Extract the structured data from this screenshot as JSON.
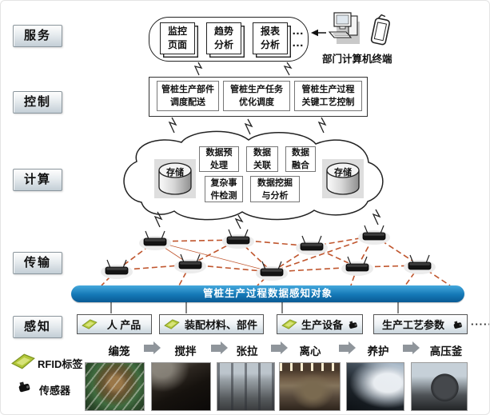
{
  "layers": [
    {
      "label": "服务"
    },
    {
      "label": "控制"
    },
    {
      "label": "计算"
    },
    {
      "label": "传输"
    },
    {
      "label": "感知"
    }
  ],
  "service": {
    "apps": [
      {
        "line1": "监控",
        "line2": "页面"
      },
      {
        "line1": "趋势",
        "line2": "分析"
      },
      {
        "line1": "报表",
        "line2": "分析"
      }
    ],
    "more_dots_row1": "…",
    "more_dots_row2": "…",
    "terminal_label": "部门计算机终端"
  },
  "control": {
    "functions": [
      {
        "line1": "管桩生产部件",
        "line2": "调度配送"
      },
      {
        "line1": "管桩生产任务",
        "line2": "优化调度"
      },
      {
        "line1": "管桩生产过程",
        "line2": "关键工艺控制"
      }
    ]
  },
  "computing": {
    "storage_left": "存储",
    "storage_right": "存储",
    "functions": [
      {
        "line1": "数据预",
        "line2": "处理"
      },
      {
        "line1": "数据",
        "line2": "关联"
      },
      {
        "line1": "数据",
        "line2": "融合"
      },
      {
        "line1": "复杂事",
        "line2": "件检测"
      },
      {
        "line1": "数据挖掘",
        "line2": "与分析"
      }
    ]
  },
  "transmission": {
    "bar_label": "管桩生产过程数据感知对象"
  },
  "perception": {
    "objects": [
      {
        "label": "人  产品"
      },
      {
        "label": "装配材料、部件"
      },
      {
        "label": "生产设备"
      },
      {
        "label": "生产工艺参数"
      }
    ],
    "more_dots": "·····"
  },
  "process": {
    "steps": [
      "编笼",
      "搅拌",
      "张拉",
      "离心",
      "养护",
      "高压釜"
    ]
  },
  "legend": {
    "rfid_label": "RFID标签",
    "sensor_label": "传感器"
  },
  "colors": {
    "bar_blue_top": "#45a8dc",
    "bar_blue_bottom": "#0a5a94",
    "mesh_orange": "#c0562e",
    "rfid_green": "#b3c839"
  }
}
